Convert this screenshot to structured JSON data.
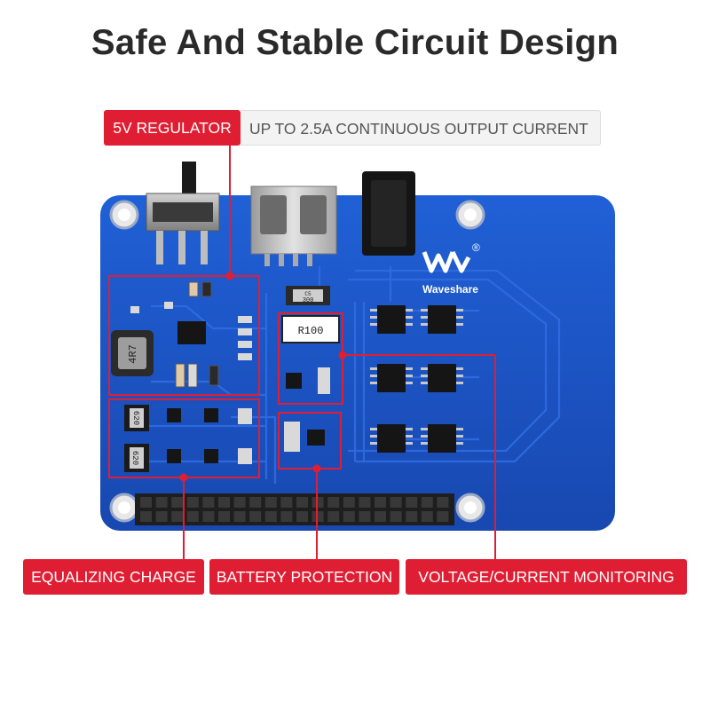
{
  "header": {
    "title": "Safe And Stable Circuit Design"
  },
  "callouts": {
    "regulator": {
      "label": "5V REGULATOR",
      "detail": "UP TO 2.5A CONTINUOUS OUTPUT CURRENT"
    },
    "equalizing": {
      "label": "EQUALIZING CHARGE"
    },
    "battery": {
      "label": "BATTERY PROTECTION"
    },
    "monitoring": {
      "label": "VOLTAGE/CURRENT MONITORING"
    }
  },
  "board": {
    "brand": "Waveshare",
    "registered_mark": "®",
    "inductor_code": "4R7",
    "resistor_large": "R100",
    "resistor_small": "300",
    "resistor_small_top": "C5",
    "diode_top": "620",
    "diode_bottom": "620",
    "colors": {
      "pcb": "#1c53c4",
      "trace": "#2f6be0",
      "accent": "#e01e33",
      "header_pins": "#222222",
      "chip": "#1a1a1a"
    }
  }
}
